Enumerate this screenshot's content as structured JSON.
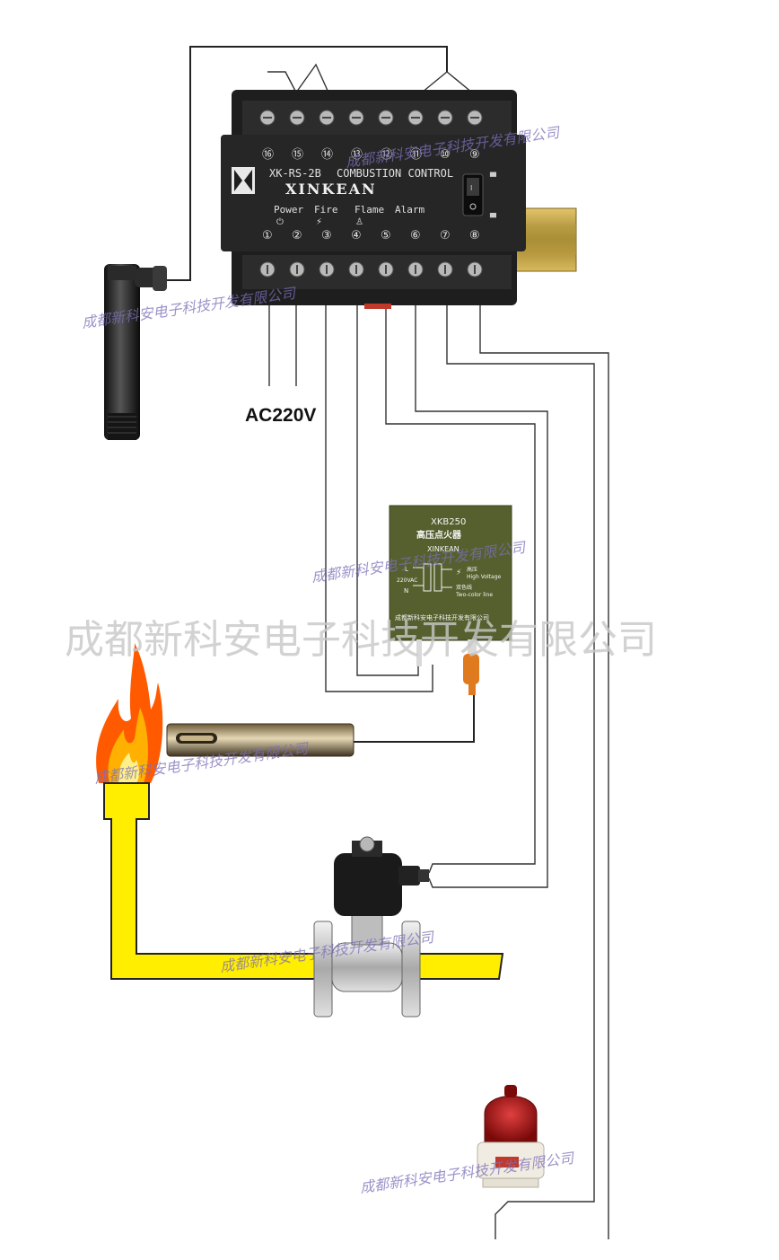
{
  "controller": {
    "model": "XK-RS-2B",
    "title": "COMBUSTION CONTROL",
    "brand": "XINKEAN",
    "indicators": [
      "Power",
      "Fire",
      "Flame",
      "Alarm"
    ],
    "top_terminals": [
      "⑯",
      "⑮",
      "⑭",
      "⑬",
      "⑫",
      "⑪",
      "⑩",
      "⑨"
    ],
    "bottom_terminals": [
      "①",
      "②",
      "③",
      "④",
      "⑤",
      "⑥",
      "⑦",
      "⑧"
    ]
  },
  "power_label": "AC220V",
  "igniter": {
    "model": "XKB250",
    "name_cn": "高压点火器",
    "sub": "XINKEAN",
    "in_l": "L",
    "in_n": "N",
    "in_v": "220VAC",
    "hv_cn": "高压",
    "hv_en": "High Voltage",
    "earth_cn": "双色线",
    "earth_en": "Two-color line",
    "maker": "成都新科安电子科技开发有限公司"
  },
  "watermark": {
    "small": "成都新科安电子科技开发有限公司",
    "large": "成都新科安电子科技开发有限公司"
  },
  "colors": {
    "controller_body": "#1e1e1e",
    "igniter_body": "#55602e",
    "gas_pipe": "#ffee00",
    "alarm_lamp": "#b01a1a",
    "watermark": "#7b6fb8"
  }
}
